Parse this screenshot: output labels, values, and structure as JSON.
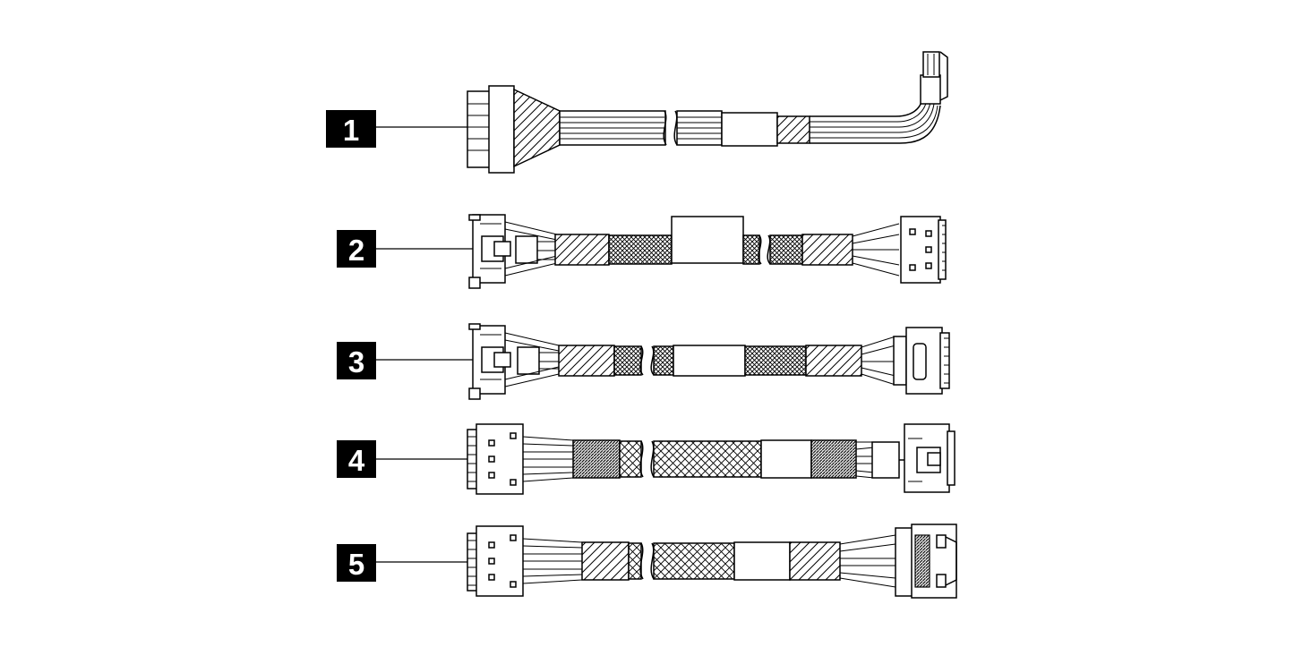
{
  "callouts": [
    {
      "number": "1"
    },
    {
      "number": "2"
    },
    {
      "number": "3"
    },
    {
      "number": "4"
    },
    {
      "number": "5"
    }
  ],
  "colors": {
    "background": "#ffffff",
    "line": "#000000",
    "callout_fill": "#000000",
    "callout_text": "#ffffff"
  }
}
